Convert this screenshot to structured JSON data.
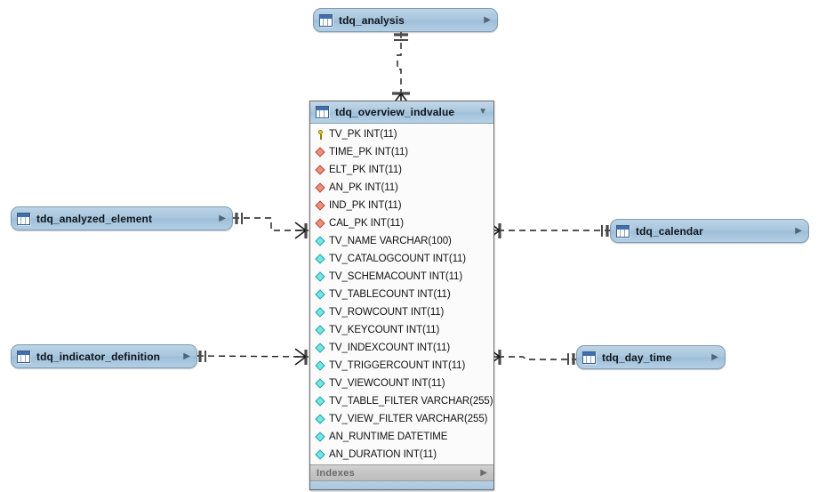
{
  "diagram": {
    "title": "tdq_overview_indvalue ER diagram",
    "background": "#ffffff",
    "header_color": "#a8c6dd",
    "pk_glyph_color": "#f5c518",
    "fk_glyph_color": "#ef8d7f",
    "col_glyph_color": "#6fe8e8"
  },
  "main_table": {
    "name": "tdq_overview_indvalue",
    "icon": "table-icon",
    "collapse_arrow": "▼",
    "indexes_label": "Indexes",
    "indexes_arrow": "▶",
    "columns": [
      {
        "label": "TV_PK INT(11)",
        "glyph": "key-icon"
      },
      {
        "label": "TIME_PK INT(11)",
        "glyph": "foreign-key-diamond-icon"
      },
      {
        "label": "ELT_PK INT(11)",
        "glyph": "foreign-key-diamond-icon"
      },
      {
        "label": "AN_PK INT(11)",
        "glyph": "foreign-key-diamond-icon"
      },
      {
        "label": "IND_PK INT(11)",
        "glyph": "foreign-key-diamond-icon"
      },
      {
        "label": "CAL_PK INT(11)",
        "glyph": "foreign-key-diamond-icon"
      },
      {
        "label": "TV_NAME VARCHAR(100)",
        "glyph": "column-diamond-icon"
      },
      {
        "label": "TV_CATALOGCOUNT INT(11)",
        "glyph": "column-diamond-icon"
      },
      {
        "label": "TV_SCHEMACOUNT INT(11)",
        "glyph": "column-diamond-icon"
      },
      {
        "label": "TV_TABLECOUNT INT(11)",
        "glyph": "column-diamond-icon"
      },
      {
        "label": "TV_ROWCOUNT INT(11)",
        "glyph": "column-diamond-icon"
      },
      {
        "label": "TV_KEYCOUNT INT(11)",
        "glyph": "column-diamond-icon"
      },
      {
        "label": "TV_INDEXCOUNT INT(11)",
        "glyph": "column-diamond-icon"
      },
      {
        "label": "TV_TRIGGERCOUNT INT(11)",
        "glyph": "column-diamond-icon"
      },
      {
        "label": "TV_VIEWCOUNT INT(11)",
        "glyph": "column-diamond-icon"
      },
      {
        "label": "TV_TABLE_FILTER VARCHAR(255)",
        "glyph": "column-diamond-icon"
      },
      {
        "label": "TV_VIEW_FILTER VARCHAR(255)",
        "glyph": "column-diamond-icon"
      },
      {
        "label": "AN_RUNTIME DATETIME",
        "glyph": "column-diamond-icon"
      },
      {
        "label": "AN_DURATION INT(11)",
        "glyph": "column-diamond-icon"
      }
    ]
  },
  "related_tables": [
    {
      "name": "tdq_analysis",
      "icon": "table-icon",
      "arrow": "▶"
    },
    {
      "name": "tdq_analyzed_element",
      "icon": "table-icon",
      "arrow": "▶"
    },
    {
      "name": "tdq_indicator_definition",
      "icon": "table-icon",
      "arrow": "▶"
    },
    {
      "name": "tdq_calendar",
      "icon": "table-icon",
      "arrow": "▶"
    },
    {
      "name": "tdq_day_time",
      "icon": "table-icon",
      "arrow": "▶"
    }
  ],
  "relationships": [
    {
      "from": "tdq_analysis",
      "to": "tdq_overview_indvalue",
      "from_cardinality": "one",
      "to_cardinality": "many",
      "style": "dashed"
    },
    {
      "from": "tdq_analyzed_element",
      "to": "tdq_overview_indvalue",
      "from_cardinality": "one",
      "to_cardinality": "many",
      "style": "dashed"
    },
    {
      "from": "tdq_indicator_definition",
      "to": "tdq_overview_indvalue",
      "from_cardinality": "one",
      "to_cardinality": "many",
      "style": "dashed"
    },
    {
      "from": "tdq_overview_indvalue",
      "to": "tdq_calendar",
      "from_cardinality": "many",
      "to_cardinality": "one",
      "style": "dashed"
    },
    {
      "from": "tdq_overview_indvalue",
      "to": "tdq_day_time",
      "from_cardinality": "many",
      "to_cardinality": "one",
      "style": "dashed"
    }
  ]
}
